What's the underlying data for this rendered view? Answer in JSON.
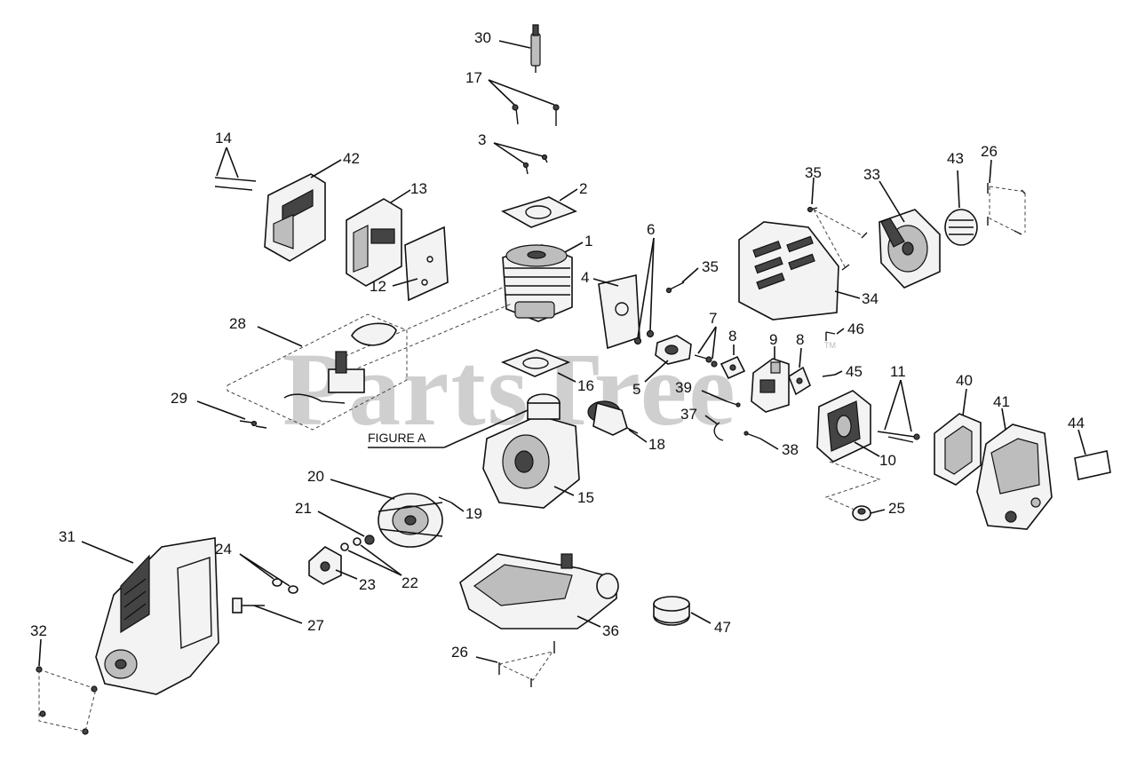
{
  "watermark": "PartsTree",
  "watermark_tm": "TM",
  "figure_label": "FIGURE A",
  "callouts": {
    "c1": "1",
    "c2": "2",
    "c3": "3",
    "c4": "4",
    "c5": "5",
    "c6": "6",
    "c7": "7",
    "c8a": "8",
    "c8b": "8",
    "c9": "9",
    "c10": "10",
    "c11": "11",
    "c12": "12",
    "c13": "13",
    "c14": "14",
    "c15": "15",
    "c16": "16",
    "c17": "17",
    "c18": "18",
    "c19": "19",
    "c20": "20",
    "c21": "21",
    "c22": "22",
    "c23": "23",
    "c24": "24",
    "c25": "25",
    "c26a": "26",
    "c26b": "26",
    "c27": "27",
    "c28": "28",
    "c29": "29",
    "c30": "30",
    "c31": "31",
    "c32": "32",
    "c33": "33",
    "c34": "34",
    "c35a": "35",
    "c35b": "35",
    "c36": "36",
    "c37": "37",
    "c38": "38",
    "c39": "39",
    "c40": "40",
    "c41": "41",
    "c42": "42",
    "c43": "43",
    "c44": "44",
    "c45": "45",
    "c46": "46",
    "c47": "47"
  }
}
